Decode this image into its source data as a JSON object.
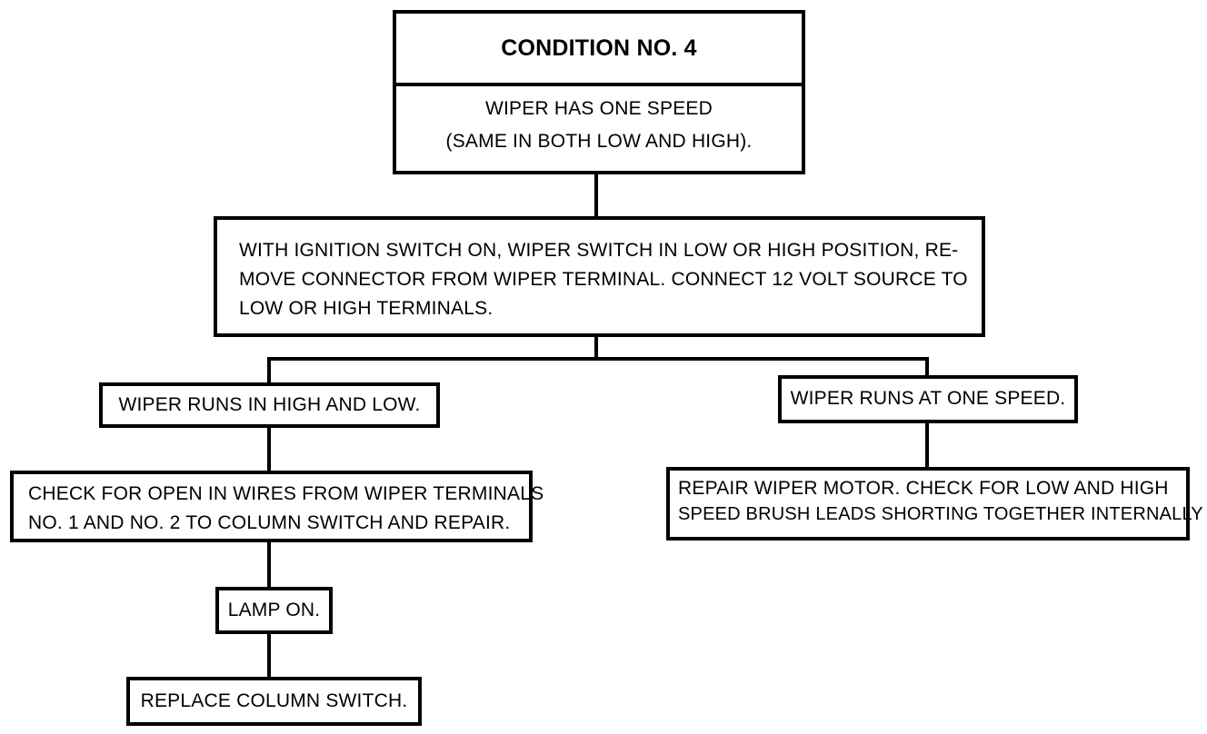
{
  "header": {
    "title": "CONDITION NO. 4",
    "condition_line1": "WIPER HAS ONE SPEED",
    "condition_line2": "(SAME IN BOTH LOW AND HIGH)."
  },
  "step1": {
    "line1": "WITH IGNITION SWITCH ON, WIPER SWITCH IN LOW OR HIGH POSITION, RE-",
    "line2": "MOVE CONNECTOR FROM WIPER TERMINAL. CONNECT 12 VOLT SOURCE TO",
    "line3": "LOW OR HIGH TERMINALS."
  },
  "left_branch": {
    "result": "WIPER RUNS IN HIGH AND LOW.",
    "action_line1": "CHECK FOR OPEN IN WIRES FROM WIPER TERMINALS",
    "action_line2": "NO. 1 AND NO. 2 TO COLUMN SWITCH AND REPAIR.",
    "lamp": "LAMP ON.",
    "final": "REPLACE COLUMN SWITCH."
  },
  "right_branch": {
    "result": "WIPER RUNS AT ONE SPEED.",
    "action_line1": "REPAIR WIPER MOTOR. CHECK FOR LOW AND HIGH",
    "action_line2": "SPEED BRUSH LEADS SHORTING TOGETHER INTERNALLY"
  }
}
